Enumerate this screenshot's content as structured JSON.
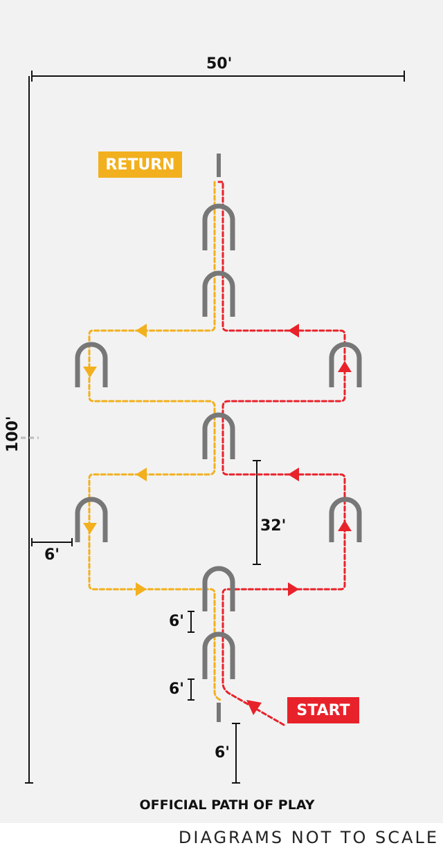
{
  "dimensions": {
    "width": "50'",
    "length": "100'",
    "side_offset": "6'",
    "wicket_spacing_a": "6'",
    "wicket_spacing_b": "6'",
    "stake_gap": "6'",
    "middle_gap": "32'"
  },
  "labels": {
    "return": "RETURN",
    "start": "START"
  },
  "title": "OFFICIAL PATH OF PLAY",
  "footer": "DIAGRAMS NOT TO SCALE",
  "colors": {
    "background": "#f2f2f2",
    "wicket": "#777777",
    "return_path": "#f2b01e",
    "start_path": "#e8222a",
    "dimension_line": "#111111"
  }
}
